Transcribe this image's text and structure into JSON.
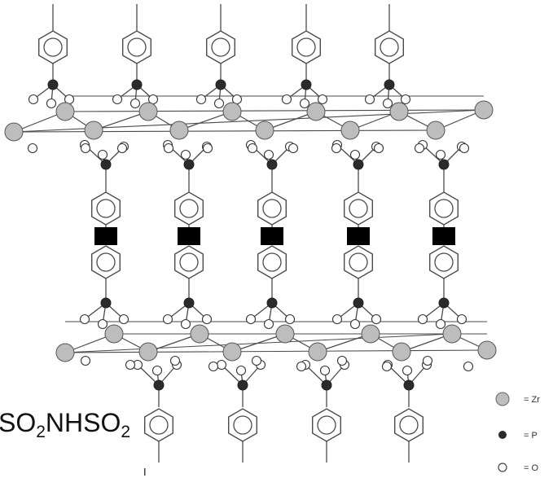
{
  "formula": {
    "parts": [
      {
        "text": "SO",
        "sub": false
      },
      {
        "text": "2",
        "sub": true
      },
      {
        "text": "NHSO",
        "sub": false
      },
      {
        "text": "2",
        "sub": true
      }
    ]
  },
  "legend": [
    {
      "symbol": "zr",
      "label": "= Zr"
    },
    {
      "symbol": "p",
      "label": "= P"
    },
    {
      "symbol": "o",
      "label": "= O"
    }
  ],
  "tick_label": "I",
  "colors": {
    "line": "#4a4a4a",
    "zr_fill": "#bdbdbd",
    "p_fill": "#2b2b2b",
    "o_fill": "#ffffff",
    "linker": "#000000"
  }
}
